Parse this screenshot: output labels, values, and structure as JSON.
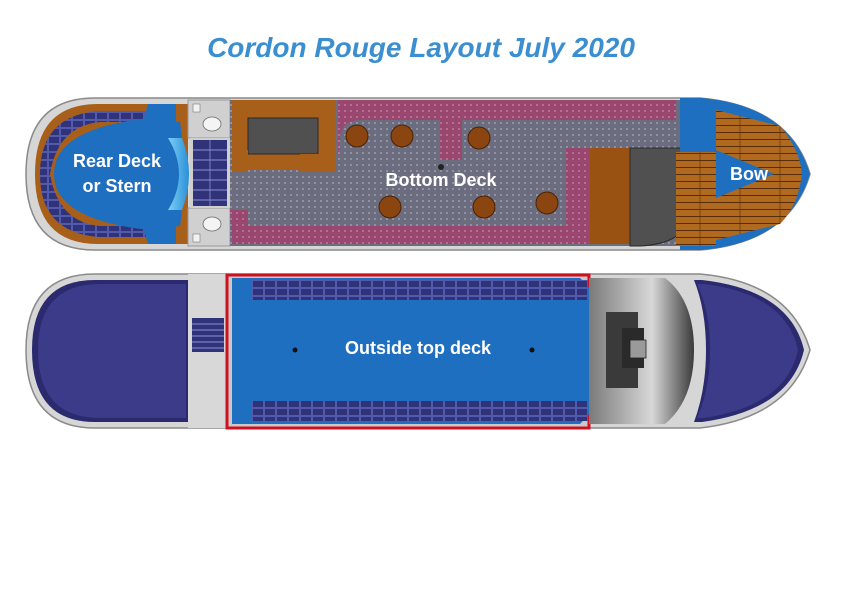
{
  "title": "Cordon Rouge Layout July 2020",
  "bottom_plan": {
    "rear_deck_line1": "Rear Deck",
    "rear_deck_line2": "or Stern",
    "bottom_deck": "Bottom Deck",
    "bow": "Bow"
  },
  "top_plan": {
    "outside_top_deck": "Outside top deck"
  },
  "colors": {
    "title": "#3b8fd0",
    "deck_blue": "#1f6fc0",
    "hull_grey": "#c9c9c9",
    "top_hull_purple": "#2b2a6e",
    "wood": "#9a5212",
    "floor": "#6f7080",
    "upholstery": "#9a4770",
    "outline_red": "#d0101e"
  },
  "icons": [
    "toilet-icon",
    "stairs-icon",
    "table-icon",
    "bench-icon",
    "helm-icon"
  ]
}
